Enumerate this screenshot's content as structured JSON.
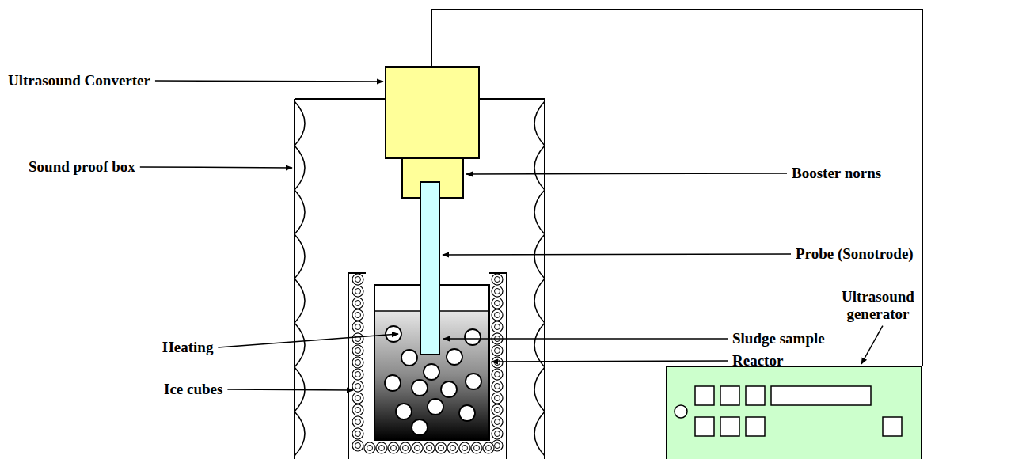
{
  "diagram": {
    "labels": [
      "Ultrasound Converter",
      "Booster norns",
      "Sound proof box",
      "Probe (Sonotrode)",
      "Sludge sample",
      "Heating",
      "Ultrasound generator",
      "Reactor",
      "Ice cubes"
    ]
  }
}
